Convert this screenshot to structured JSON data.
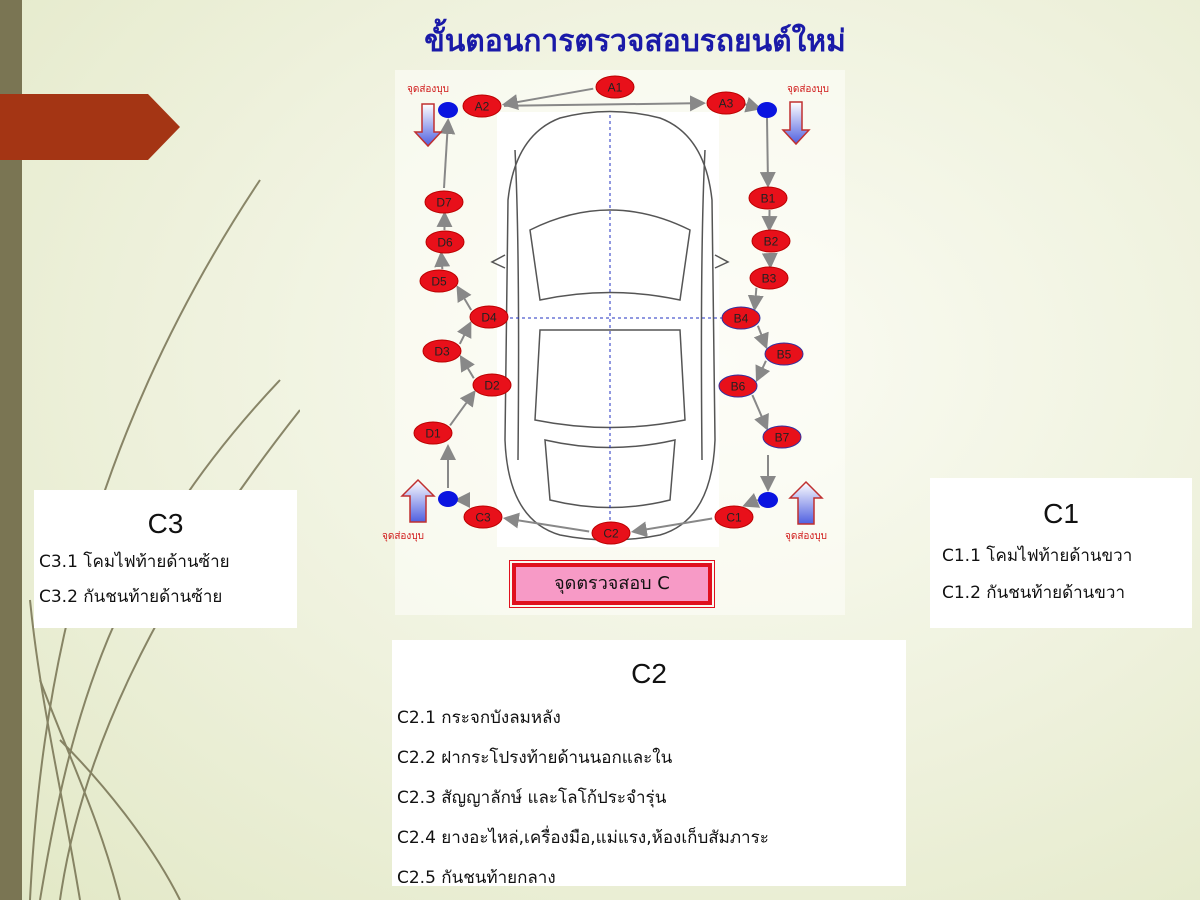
{
  "title": "ขั้นตอนการตรวจสอบรถยนต์ใหม่",
  "diagram": {
    "nodes": [
      "A1",
      "A2",
      "A3",
      "B1",
      "B2",
      "B3",
      "B4",
      "B5",
      "B6",
      "B7",
      "C1",
      "C2",
      "C3",
      "D1",
      "D2",
      "D3",
      "D4",
      "D5",
      "D6",
      "D7"
    ],
    "dent_check_label": "จุดส่องบุบ",
    "checkpoint_button": "จุดตรวจสอบ C",
    "colors": {
      "node": "#e8101a",
      "dot": "#0a14e0",
      "label": "#d01818",
      "title": "#1a1aa8"
    }
  },
  "c3": {
    "heading": "C3",
    "items": [
      "C3.1 โคมไฟท้ายด้านซ้าย",
      "C3.2 กันชนท้ายด้านซ้าย"
    ]
  },
  "c1": {
    "heading": "C1",
    "items": [
      "C1.1 โคมไฟท้ายด้านขวา",
      "C1.2 กันชนท้ายด้านขวา"
    ]
  },
  "c2": {
    "heading": "C2",
    "items": [
      "C2.1 กระจกบังลมหลัง",
      "C2.2 ฝากระโปรงท้ายด้านนอกและใน",
      "C2.3 สัญญาลักษ์ และโลโก้ประจำรุ่น",
      "C2.4 ยางอะไหล่,เครื่องมือ,แม่แรง,ห้องเก็บสัมภาระ",
      "C2.5 กันชนท้ายกลาง"
    ]
  }
}
